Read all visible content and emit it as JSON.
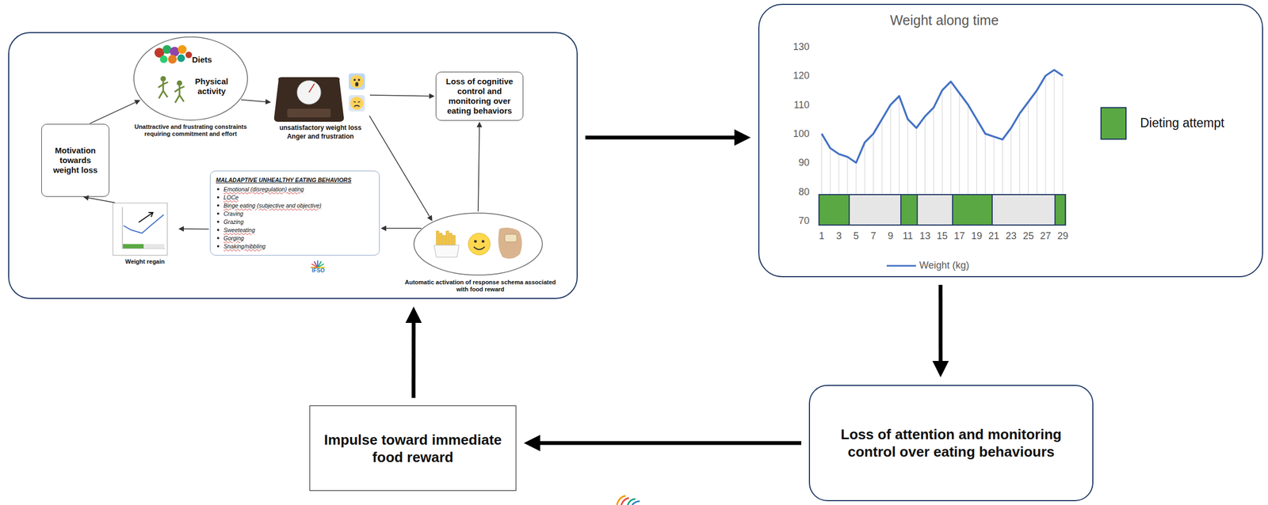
{
  "diagram": {
    "nodes": [
      {
        "text": []
      },
      {
        "text": [
          "Motivation towards weight loss"
        ],
        "in": 0
      },
      {
        "text": [
          "Diets",
          "Physical activity",
          "Unattractive and  frustrating constraints requiring commitment and effort"
        ],
        "in": 0
      },
      {
        "text": [
          "unsatisfactory weight loss",
          "Anger and frustration"
        ],
        "in": 0
      },
      {
        "text": [
          "Loss of cognitive control and monitoring over eating behaviors"
        ],
        "in": 0
      },
      {
        "text": [
          "MALADAPTIVE UNHEALTHY EATING BEHAVIORS",
          "Emotional (disregulation) eating",
          "LOCe",
          "Binge eating (subjective and objective)",
          "Craving",
          "Grazing",
          "Sweeteating",
          "Gorging",
          "Snaking/nibbling"
        ],
        "in": 0
      },
      {
        "text": [
          "Automatic activation of response schema associated with food reward"
        ],
        "in": 0
      },
      {
        "text": [
          "Weight regain"
        ],
        "in": 0
      },
      {
        "text": [
          "Weight along time"
        ]
      },
      {
        "text": [
          "Loss of attention and monitoring control over eating behaviours"
        ]
      },
      {
        "text": [
          "Impulse toward immediate food reward"
        ]
      }
    ],
    "edges": [
      {
        "from": 1,
        "to": 2,
        "arrow": "to"
      },
      {
        "from": 2,
        "to": 3,
        "arrow": "to"
      },
      {
        "from": 3,
        "to": 4,
        "arrow": "to"
      },
      {
        "from": 3,
        "to": 6,
        "arrow": "to"
      },
      {
        "from": 6,
        "to": 4,
        "arrow": "to"
      },
      {
        "from": 6,
        "to": 5,
        "arrow": "to"
      },
      {
        "from": 5,
        "to": 7,
        "arrow": "to"
      },
      {
        "from": 7,
        "to": 1,
        "arrow": "to"
      },
      {
        "from": 0,
        "to": 8,
        "arrow": "to"
      },
      {
        "from": 8,
        "to": 9,
        "arrow": "to"
      },
      {
        "from": 9,
        "to": 10,
        "arrow": "to"
      },
      {
        "from": 10,
        "to": 0,
        "arrow": "to"
      }
    ],
    "labels": [
      "IFSO",
      "130",
      "120",
      "110",
      "100",
      "90",
      "80",
      "70",
      "1",
      "3",
      "5",
      "7",
      "9",
      "11",
      "13",
      "15",
      "17",
      "19",
      "21",
      "23",
      "25",
      "27",
      "29"
    ],
    "legend": [
      {
        "text": "Dieting attempt",
        "color": "#5aa843"
      },
      {
        "text": "Weight (kg)"
      }
    ]
  }
}
